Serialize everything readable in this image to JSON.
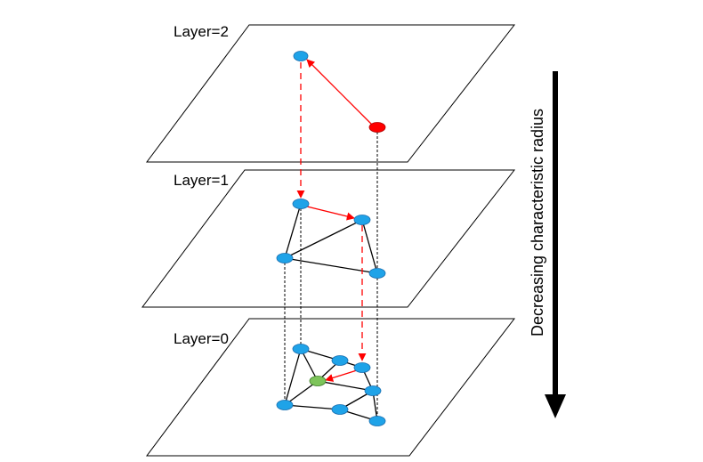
{
  "layers": [
    {
      "id": "layer2",
      "label": "Layer=2"
    },
    {
      "id": "layer1",
      "label": "Layer=1"
    },
    {
      "id": "layer0",
      "label": "Layer=0"
    }
  ],
  "axis_label": "Decreasing characteristic radius",
  "colors": {
    "node": "#1fa3e8",
    "entry_node": "#ff0000",
    "target_node": "#7dc45a",
    "edge": "#000000",
    "search_path": "#ff0000",
    "plane_stroke": "#000000"
  }
}
